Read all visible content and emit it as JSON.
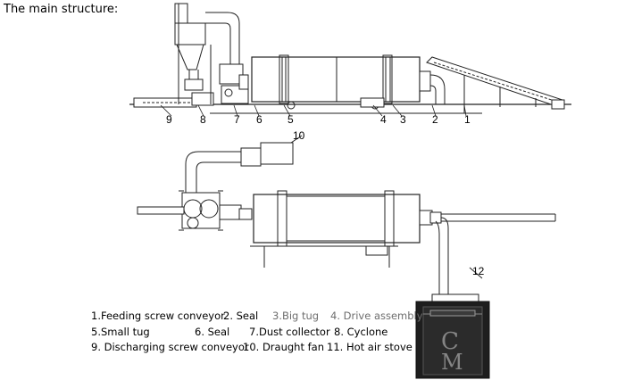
{
  "heading": "The main structure:",
  "callouts": [
    "9",
    "8",
    "7",
    "6",
    "5",
    "4",
    "3",
    "2",
    "1",
    "10",
    "12"
  ],
  "legend": {
    "row1": [
      {
        "text": "1.Feeding screw conveyor",
        "tone": "black"
      },
      {
        "text": "2. Seal",
        "tone": "black"
      },
      {
        "text": "3.Big tug",
        "tone": "gray"
      },
      {
        "text": "4. Drive assembly",
        "tone": "gray"
      }
    ],
    "row2": [
      {
        "text": "5.Small tug",
        "tone": "black"
      },
      {
        "text": "6. Seal",
        "tone": "black"
      },
      {
        "text": "7.Dust collector",
        "tone": "black"
      },
      {
        "text": "8. Cyclone",
        "tone": "black"
      }
    ],
    "row3": [
      {
        "text": "9. Discharging screw conveyor",
        "tone": "black"
      },
      {
        "text": "10. Draught fan",
        "tone": "black"
      },
      {
        "text": "11. Hot air stove",
        "tone": "black"
      }
    ]
  },
  "watermark_letters": [
    "C",
    "M"
  ]
}
